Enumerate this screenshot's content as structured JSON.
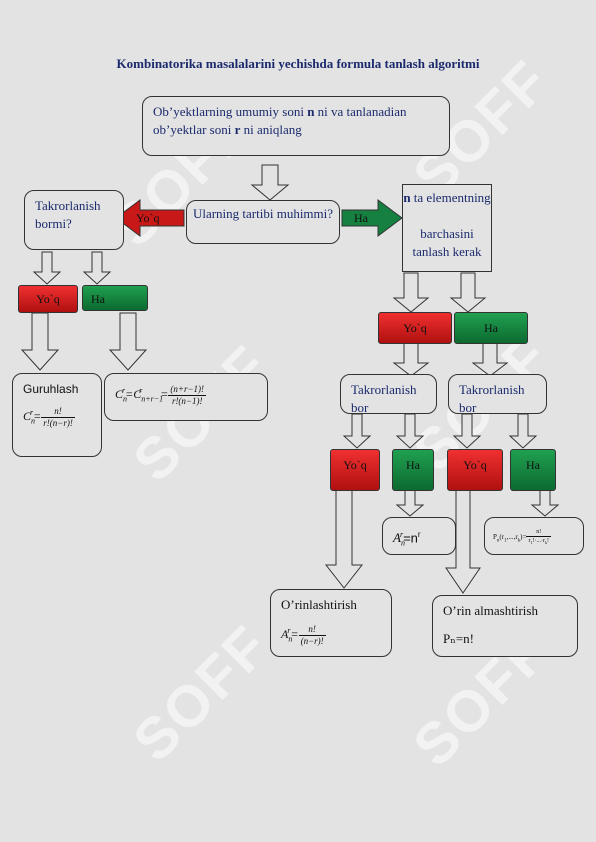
{
  "title": "Kombinatorika masalalarini yechishda formula tanlash algoritmi",
  "watermark": "SOFF",
  "top_box": {
    "line1_pre": "Ob’yektlarning umumiy soni ",
    "line1_n": "n",
    "line1_post": " ni  va  tanlanadian",
    "line2_pre": "ob’yektlar soni ",
    "line2_r": "r",
    "line2_post": "  ni aniqlang"
  },
  "order_box": "Ularning tartibi muhimmi?",
  "repeat_left": "Takrorlanish bormi?",
  "all_box": {
    "n": "n",
    "rest1": " ta elementning",
    "rest2": "barchasini tanlash kerak"
  },
  "labels": {
    "no": "Yo`q",
    "yes": "Ha"
  },
  "grouping": {
    "label": "Guruhlash"
  },
  "repeat_mid": "Takrorlanish bor",
  "repeat_right": "Takrorlanish bor",
  "arrangement": {
    "label": "O’rinlashtirish"
  },
  "permutation": {
    "label": "O’rin almashtirish",
    "formula": "Pₙ=n!"
  },
  "colors": {
    "red": "#d42020",
    "green": "#0f8040",
    "text": "#1a2a6c"
  }
}
